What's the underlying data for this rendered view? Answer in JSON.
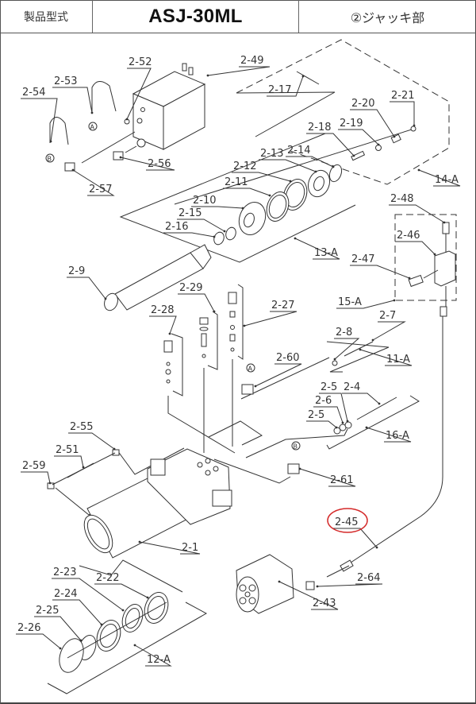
{
  "header": {
    "model_label": "製品型式",
    "model_number": "ASJ-30ML",
    "section": "②ジャッキ部"
  },
  "highlight": {
    "part": "2-45",
    "color": "#d42a2a"
  },
  "diagram": {
    "title": "Jack section exploded parts diagram",
    "parts": [
      {
        "id": "2-1"
      },
      {
        "id": "2-4"
      },
      {
        "id": "2-5"
      },
      {
        "id": "2-5b",
        "text": "2-5"
      },
      {
        "id": "2-6"
      },
      {
        "id": "2-7"
      },
      {
        "id": "2-8"
      },
      {
        "id": "2-9"
      },
      {
        "id": "2-10"
      },
      {
        "id": "2-11"
      },
      {
        "id": "2-12"
      },
      {
        "id": "2-13"
      },
      {
        "id": "2-14"
      },
      {
        "id": "2-15"
      },
      {
        "id": "2-16"
      },
      {
        "id": "2-17"
      },
      {
        "id": "2-18"
      },
      {
        "id": "2-19"
      },
      {
        "id": "2-20"
      },
      {
        "id": "2-21"
      },
      {
        "id": "2-22"
      },
      {
        "id": "2-23"
      },
      {
        "id": "2-24"
      },
      {
        "id": "2-25"
      },
      {
        "id": "2-26"
      },
      {
        "id": "2-27"
      },
      {
        "id": "2-28"
      },
      {
        "id": "2-29"
      },
      {
        "id": "2-43"
      },
      {
        "id": "2-45"
      },
      {
        "id": "2-46"
      },
      {
        "id": "2-47"
      },
      {
        "id": "2-48"
      },
      {
        "id": "2-49"
      },
      {
        "id": "2-51"
      },
      {
        "id": "2-52"
      },
      {
        "id": "2-53"
      },
      {
        "id": "2-54"
      },
      {
        "id": "2-55"
      },
      {
        "id": "2-56"
      },
      {
        "id": "2-57"
      },
      {
        "id": "2-59"
      },
      {
        "id": "2-60"
      },
      {
        "id": "2-61"
      },
      {
        "id": "2-64"
      }
    ],
    "assemblies": [
      "11-A",
      "12-A",
      "13-A",
      "14-A",
      "15-A",
      "16-A"
    ],
    "connectors": [
      "A",
      "B"
    ]
  }
}
